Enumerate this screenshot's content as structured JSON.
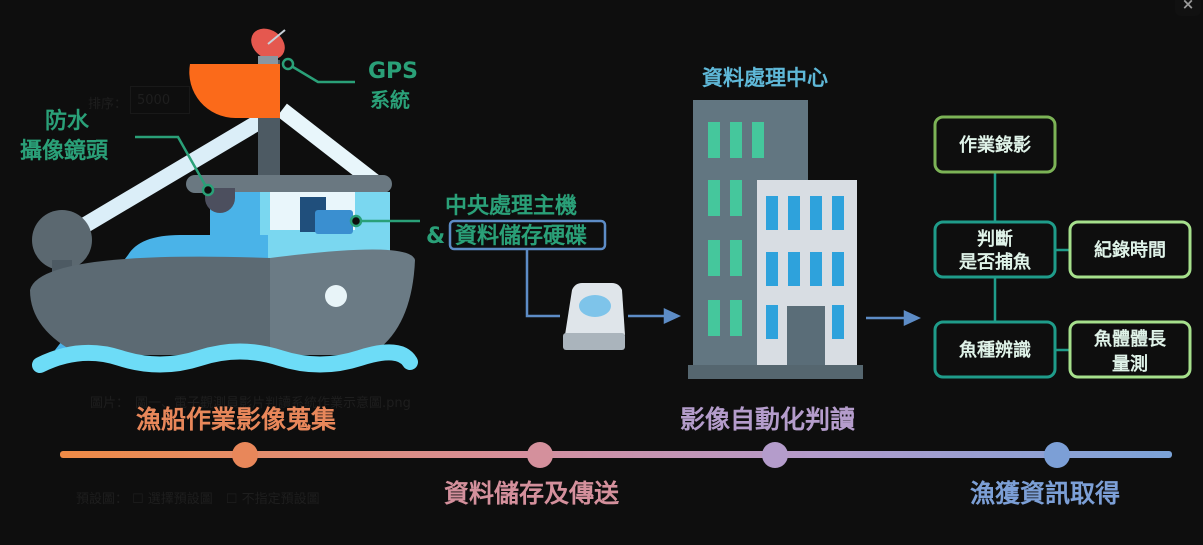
{
  "modal": {
    "close_label": "×"
  },
  "background_page": {
    "sort_label": "排序：",
    "sort_value": "5000",
    "image_label": "圖片：",
    "image_filename": "圖一、電子觀測員影片判讀系統作業示意圖.png",
    "default_image_label": "預設圖：",
    "default_image_options": "☐ 選擇預設圖　☐ 不指定預設圖"
  },
  "infographic": {
    "gps_label_1": "GPS",
    "gps_label_2": "系統",
    "camera_label_1": "防水",
    "camera_label_2": "攝像鏡頭",
    "cpu_label": "中央處理主機",
    "storage_amp": "&",
    "storage_label": "資料儲存硬碟",
    "datacenter_label": "資料處理中心",
    "flow": {
      "record": "作業錄影",
      "judge_1": "判斷",
      "judge_2": "是否捕魚",
      "time": "紀錄時間",
      "species": "魚種辨識",
      "length_1": "魚體體長",
      "length_2": "量測"
    },
    "timeline": [
      {
        "label": "漁船作業影像蒐集",
        "color": "#e8875a"
      },
      {
        "label": "資料儲存及傳送",
        "color": "#d4909c"
      },
      {
        "label": "影像自動化判讀",
        "color": "#b49ccb"
      },
      {
        "label": "漁獲資訊取得",
        "color": "#7c9fd6"
      }
    ]
  },
  "colors": {
    "teal": "#2aa078",
    "flow_green": "#7cb356",
    "flow_teal": "#1f9c8a",
    "flow_light": "#a6e08c",
    "blue_box": "#5d8cc6"
  }
}
